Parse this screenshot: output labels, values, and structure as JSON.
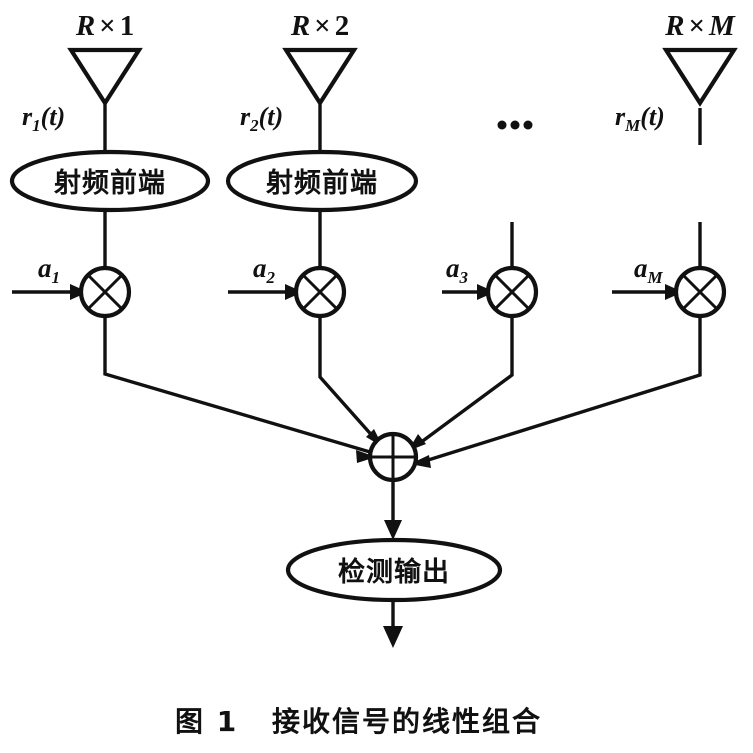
{
  "figure": {
    "caption_label": "图 1",
    "caption_text": "接收信号的线性组合",
    "ellipsis": "...",
    "branches": [
      {
        "id": "branch-1",
        "antenna_label_prefix": "R",
        "antenna_label_times": "×",
        "antenna_label_index": "1",
        "antenna_label_full": "R×1",
        "signal_base": "r",
        "signal_sub": "1",
        "signal_tail": "(t)",
        "signal_full": "r₁(t)",
        "rf_block": "射频前端",
        "coef_base": "a",
        "coef_sub": "1",
        "coef_full": "a₁",
        "has_antenna": true,
        "has_rf_block": true
      },
      {
        "id": "branch-2",
        "antenna_label_prefix": "R",
        "antenna_label_times": "×",
        "antenna_label_index": "2",
        "antenna_label_full": "R×2",
        "signal_base": "r",
        "signal_sub": "2",
        "signal_tail": "(t)",
        "signal_full": "r₂(t)",
        "rf_block": "射频前端",
        "coef_base": "a",
        "coef_sub": "2",
        "coef_full": "a₂",
        "has_antenna": true,
        "has_rf_block": true
      },
      {
        "id": "branch-3",
        "antenna_label_full": "",
        "signal_full": "",
        "rf_block": "",
        "coef_base": "a",
        "coef_sub": "3",
        "coef_full": "a₃",
        "has_antenna": false,
        "has_rf_block": false
      },
      {
        "id": "branch-m",
        "antenna_label_prefix": "R",
        "antenna_label_times": "×",
        "antenna_label_index": "M",
        "antenna_label_full": "R×M",
        "signal_base": "r",
        "signal_sub": "M",
        "signal_tail": "(t)",
        "signal_full": "r_M(t)",
        "rf_block": "",
        "coef_base": "a",
        "coef_sub": "M",
        "coef_full": "a_M",
        "has_antenna": true,
        "has_rf_block": false
      }
    ],
    "summer_symbol": "⊕",
    "multiplier_symbol": "⊗",
    "output_block": "检测输出",
    "colors": {
      "ink": "#111111",
      "paper": "#ffffff"
    }
  }
}
